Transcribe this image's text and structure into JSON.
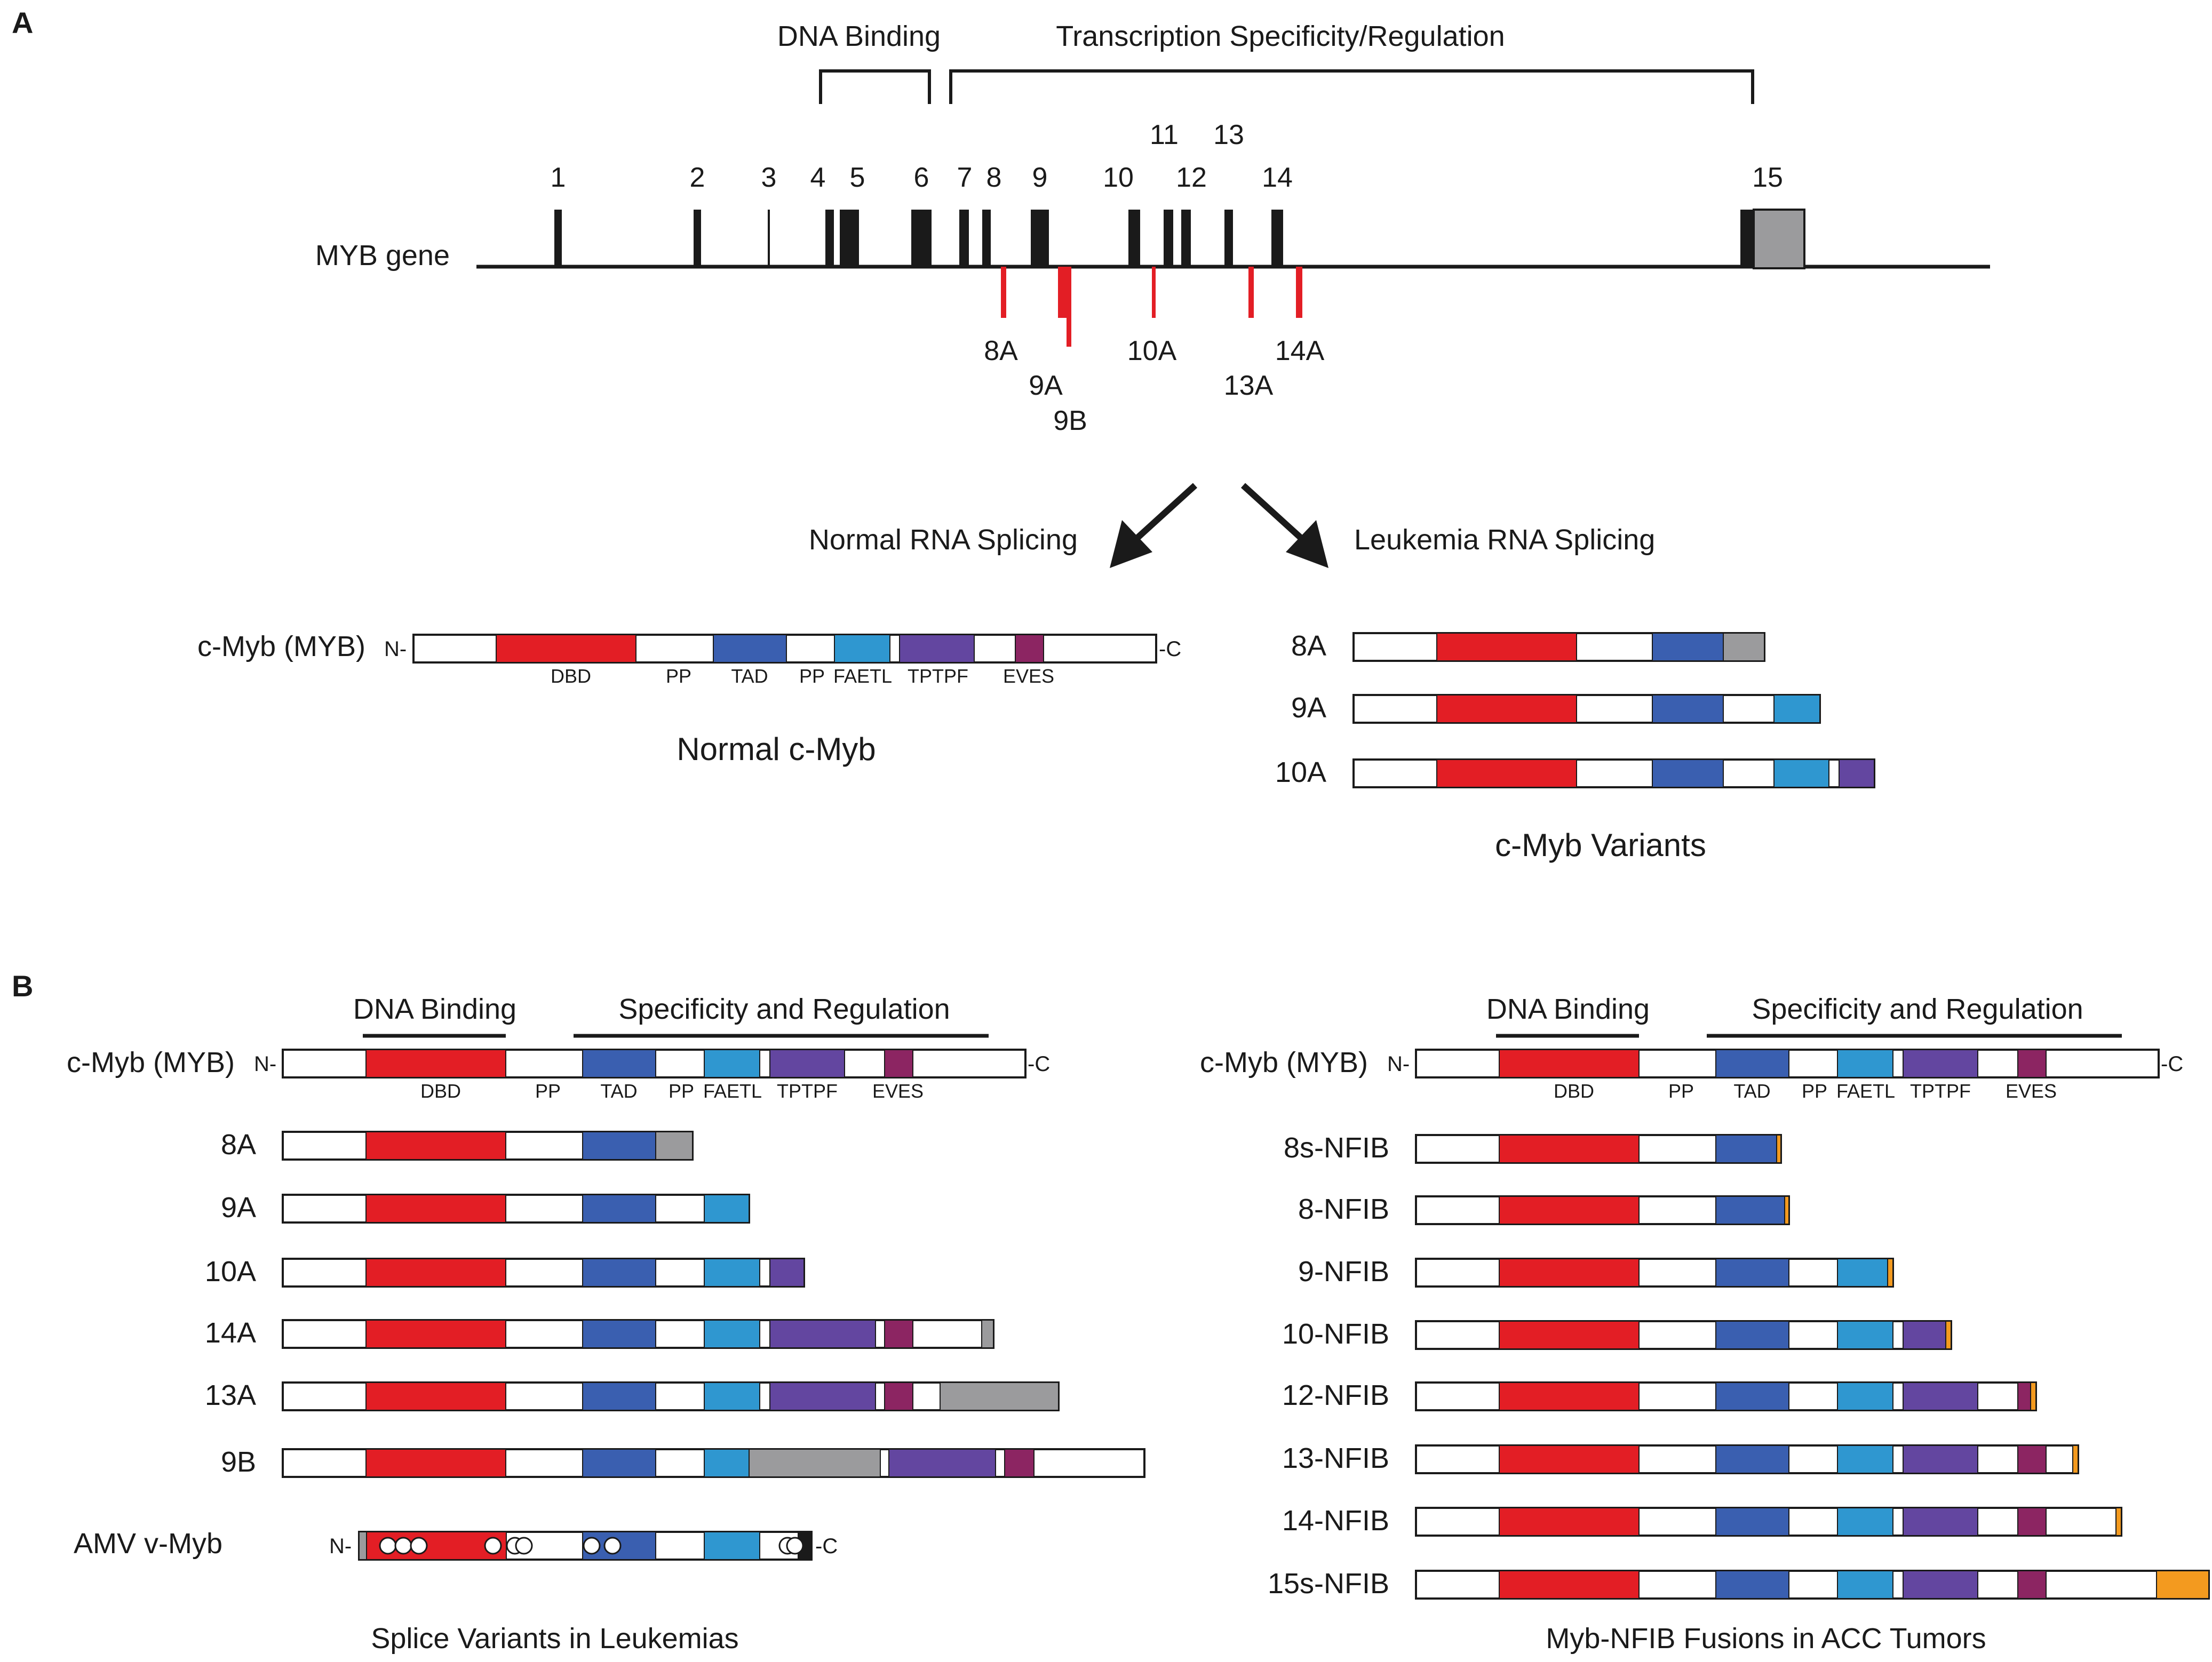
{
  "panel_a": {
    "label": "A",
    "bracket_dna": "DNA Binding",
    "bracket_spec": "Transcription Specificity/Regulation",
    "gene_label": "MYB gene",
    "exon_numbers": [
      "1",
      "2",
      "3",
      "4",
      "5",
      "6",
      "7",
      "8",
      "9",
      "10",
      "11",
      "12",
      "13",
      "14",
      "15"
    ],
    "alt_exons": [
      "8A",
      "9A",
      "9B",
      "10A",
      "13A",
      "14A"
    ],
    "arrow_left_label": "Normal RNA Splicing",
    "arrow_right_label": "Leukemia RNA Splicing",
    "protein_name": "c-Myb (MYB)",
    "n_term": "N-",
    "c_term": "-C",
    "domain_labels": [
      "DBD",
      "PP",
      "TAD",
      "PP",
      "FAETL",
      "TPTPF",
      "EVES"
    ],
    "normal_caption": "Normal c-Myb",
    "variant_labels": [
      "8A",
      "9A",
      "10A"
    ],
    "variants_caption": "c-Myb Variants"
  },
  "panel_b": {
    "label": "B",
    "dna_binding": "DNA Binding",
    "spec_reg": "Specificity and Regulation",
    "protein_name": "c-Myb (MYB)",
    "n_term": "N-",
    "c_term": "-C",
    "domain_labels": [
      "DBD",
      "PP",
      "TAD",
      "PP",
      "FAETL",
      "TPTPF",
      "EVES"
    ],
    "left_variants": [
      "8A",
      "9A",
      "10A",
      "14A",
      "13A",
      "9B"
    ],
    "amv_label": "AMV v-Myb",
    "left_caption": "Splice Variants in Leukemias",
    "right_variants": [
      "8s-NFIB",
      "8-NFIB",
      "9-NFIB",
      "10-NFIB",
      "12-NFIB",
      "13-NFIB",
      "14-NFIB",
      "15s-NFIB"
    ],
    "right_caption": "Myb-NFIB Fusions in ACC Tumors"
  },
  "colors": {
    "dbd": "#e31e25",
    "tad": "#3a5fb0",
    "faetl": "#2f97d0",
    "tptpf": "#6346a0",
    "eves": "#8c2562",
    "gray": "#9b9b9d",
    "orange": "#f39a1f",
    "alt_exon": "#e31e25",
    "line": "#1a1a1a"
  }
}
